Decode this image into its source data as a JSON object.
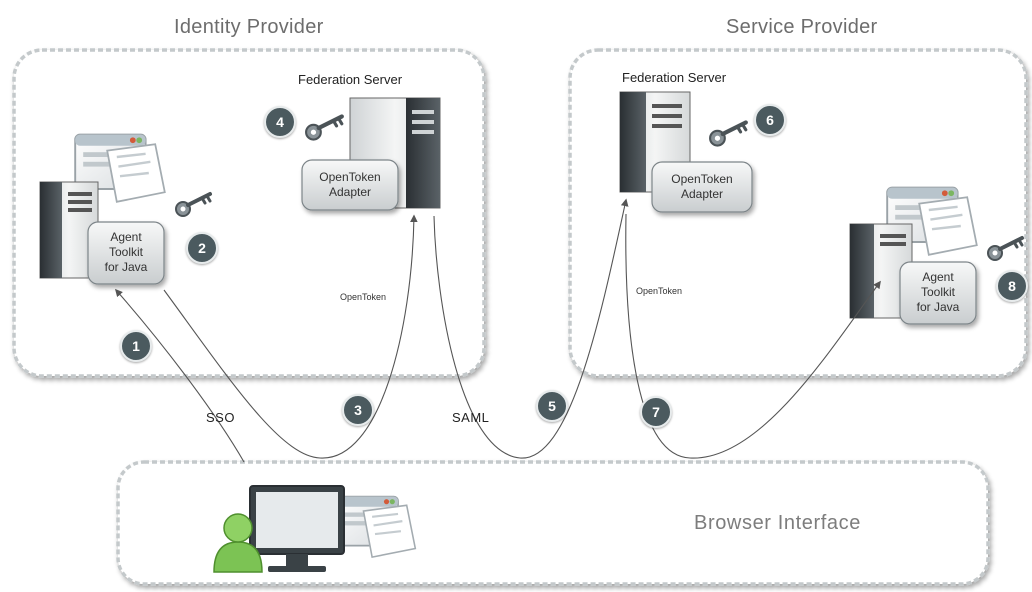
{
  "regions": {
    "identity_provider": "Identity Provider",
    "service_provider": "Service Provider",
    "browser_interface": "Browser Interface"
  },
  "servers": {
    "idp_federation_server": "Federation Server",
    "sp_federation_server": "Federation Server",
    "idp_adapter": [
      "OpenToken",
      "Adapter"
    ],
    "sp_adapter": [
      "OpenToken",
      "Adapter"
    ],
    "idp_agent_toolkit": [
      "Agent",
      "Toolkit",
      "for Java"
    ],
    "sp_agent_toolkit": [
      "Agent",
      "Toolkit",
      "for Java"
    ]
  },
  "edges": {
    "sso": "SSO",
    "saml": "SAML",
    "idp_opentoken": "OpenToken",
    "sp_opentoken": "OpenToken"
  },
  "steps": [
    "1",
    "2",
    "3",
    "4",
    "5",
    "6",
    "7",
    "8"
  ],
  "icons": [
    "server-icon",
    "key-icon",
    "web-page-icon",
    "user-icon",
    "monitor-icon"
  ],
  "colors": {
    "region_border": "#c4c9cb",
    "badge_fill": "#4b5a5f",
    "server_dark": "#3c4347",
    "arrow": "#555555"
  }
}
